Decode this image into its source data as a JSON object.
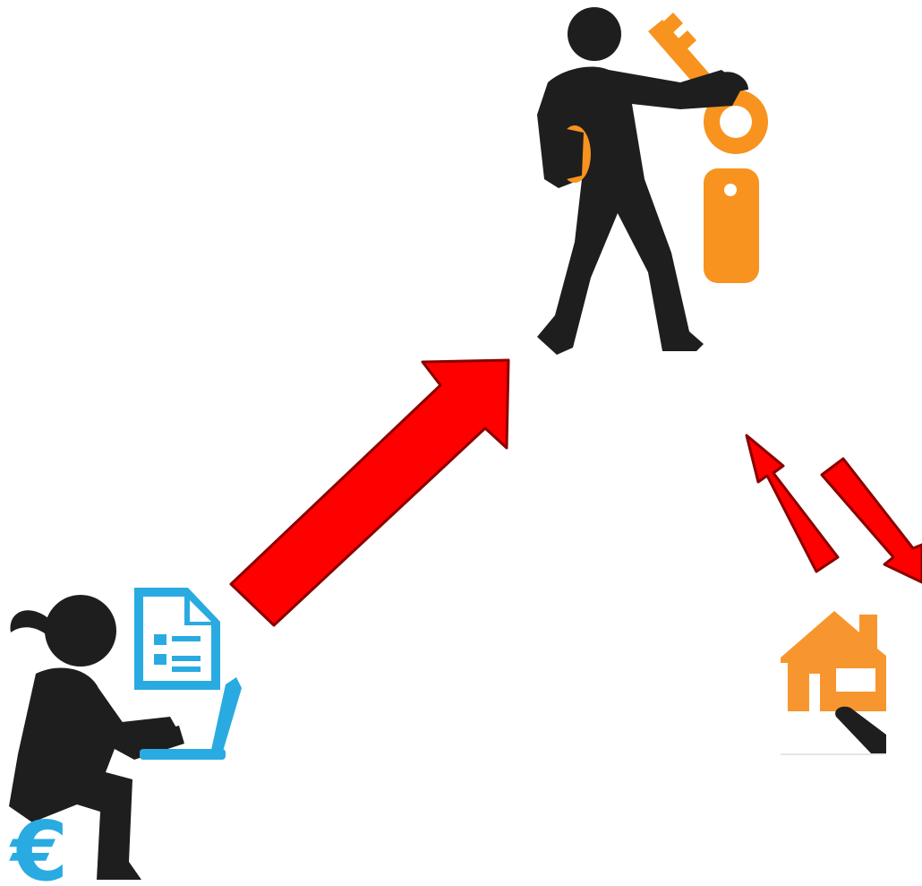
{
  "colors": {
    "background": "#ffffff",
    "figure": "#1e1e1e",
    "arrow_fill": "#ff0000",
    "arrow_stroke": "#8a0000",
    "document_blue": "#29abe2",
    "key_orange": "#f7931e",
    "house_orange": "#f7962e"
  },
  "icons": {
    "tenant": "person-with-laptop-icon",
    "document": "document-icon",
    "laptop": "laptop-icon",
    "tenant_currency": "euro-sign-icon",
    "agent": "walking-person-with-key-icon",
    "key": "key-icon",
    "key_tag": "key-tag-icon",
    "agent_currency": "euro-coin-icon",
    "property": "house-icon",
    "property_key": "key-icon"
  },
  "labels": {
    "tenant_euro": "€",
    "agent_euro": "€"
  },
  "arrows": [
    {
      "name": "tenant-to-agent-arrow",
      "direction": "up-right"
    },
    {
      "name": "property-to-agent-arrow",
      "direction": "up-left"
    },
    {
      "name": "agent-to-property-arrow",
      "direction": "down-right"
    }
  ]
}
